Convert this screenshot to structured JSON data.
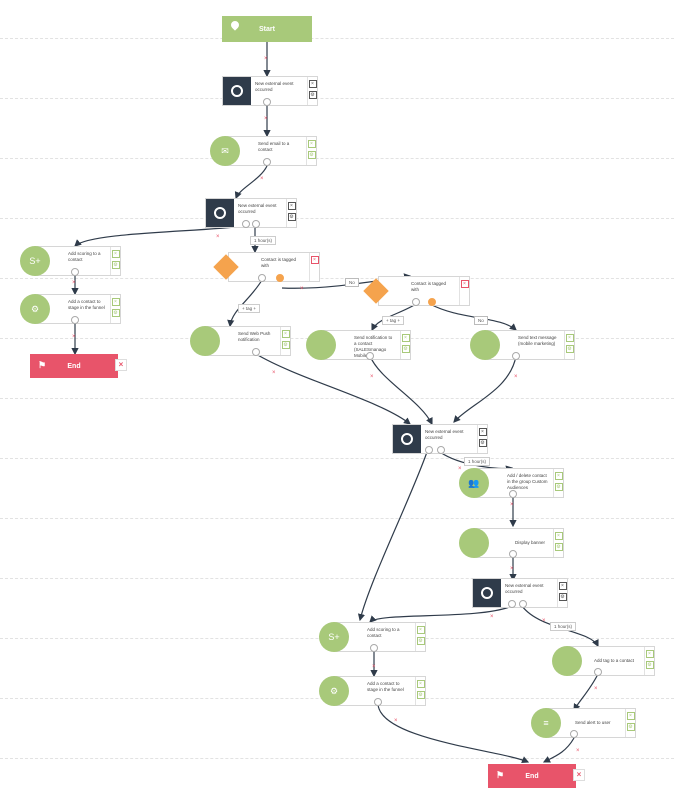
{
  "start": {
    "label": "Start"
  },
  "end_labels": {
    "left": "End",
    "bottom": "End"
  },
  "nodes": {
    "ext1": "New external event occurred",
    "email": "Send email to a contact",
    "ext2": "New external event occurred",
    "scoring1": "Add scoring to a contact",
    "stage1": "Add a contact to stage in the funnel",
    "cond1": "Contact is tagged with",
    "cond2": "Contact is tagged with",
    "webpush": "Send Web Push notification",
    "notif": "Send notification to a contact (SALESmanago Mobile)",
    "textmsg": "Send text message (mobile marketing)",
    "ext3": "New external event occurred",
    "audience": "Add / delete contact in the group Custom Audiences",
    "banner": "Display banner",
    "ext4": "New external event occurred",
    "scoring2": "Add scoring to a contact",
    "tag": "Add tag to a contact",
    "stage2": "Add a contact to stage in the funnel",
    "alert": "Send alert to user"
  },
  "labels": {
    "delay1": "1 hour(s)",
    "delay2": "1 hour(s)",
    "delay3": "1 hour(s)",
    "tag1": "+ tag +",
    "tag2": "+ tag +",
    "no1": "No",
    "no2": "No"
  }
}
